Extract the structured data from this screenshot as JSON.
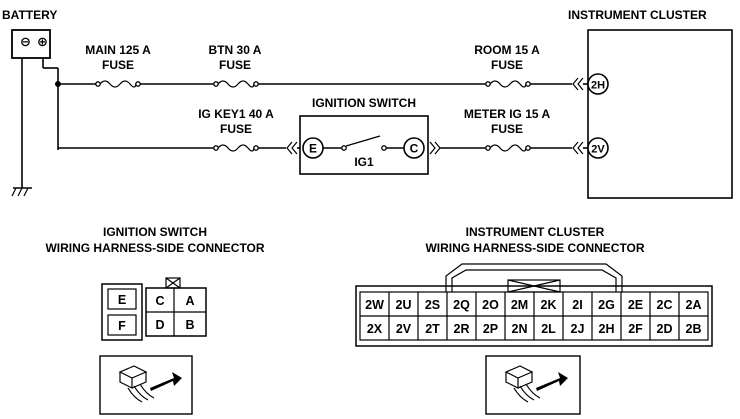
{
  "labels": {
    "battery": "BATTERY",
    "battery_minus": "⊖",
    "battery_plus": "⊕",
    "instrument_cluster": "INSTRUMENT CLUSTER",
    "main_fuse_line1": "MAIN 125 A",
    "main_fuse_line2": "FUSE",
    "btn_fuse_line1": "BTN 30 A",
    "btn_fuse_line2": "FUSE",
    "room_fuse_line1": "ROOM 15 A",
    "room_fuse_line2": "FUSE",
    "igkey_fuse_line1": "IG KEY1 40 A",
    "igkey_fuse_line2": "FUSE",
    "ignition_switch": "IGNITION SWITCH",
    "meter_fuse_line1": "METER IG 15 A",
    "meter_fuse_line2": "FUSE",
    "ig1": "IG1"
  },
  "terminals": {
    "cluster_top": "2H",
    "cluster_bottom": "2V",
    "switch_left": "E",
    "switch_right": "C"
  },
  "ignition_connector": {
    "title_line1": "IGNITION SWITCH",
    "title_line2": "WIRING HARNESS-SIDE CONNECTOR",
    "pins": [
      "E",
      "C",
      "A",
      "F",
      "D",
      "B"
    ]
  },
  "cluster_connector": {
    "title_line1": "INSTRUMENT CLUSTER",
    "title_line2": "WIRING HARNESS-SIDE CONNECTOR",
    "row1": [
      "2W",
      "2U",
      "2S",
      "2Q",
      "2O",
      "2M",
      "2K",
      "2I",
      "2G",
      "2E",
      "2C",
      "2A"
    ],
    "row2": [
      "2X",
      "2V",
      "2T",
      "2R",
      "2P",
      "2N",
      "2L",
      "2J",
      "2H",
      "2F",
      "2D",
      "2B"
    ]
  }
}
